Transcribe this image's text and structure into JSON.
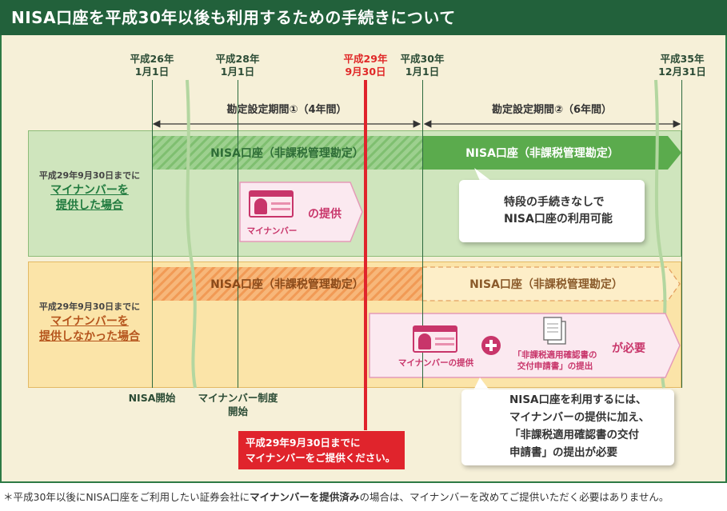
{
  "header": {
    "title": "NISA口座を平成30年以後も利用するための手続きについて"
  },
  "timeline": {
    "dates": {
      "h26": "平成26年\n1月1日",
      "h28": "平成28年\n1月1日",
      "h29": "平成29年\n9月30日",
      "h30": "平成30年\n1月1日",
      "h35": "平成35年\n12月31日"
    },
    "period1": "勘定設定期間①（4年間）",
    "period2": "勘定設定期間②（6年間）"
  },
  "row_provided": {
    "label_small": "平成29年9月30日までに",
    "label_big_1": "マイナンバーを",
    "label_big_2": "提供した場合",
    "bar1": "NISA口座（非課税管理勘定）",
    "bar2": "NISA口座（非課税管理勘定）",
    "card_caption": "マイナンバー",
    "card_action": "の提供",
    "result": "特段の手続きなしで\nNISA口座の利用可能"
  },
  "row_not_provided": {
    "label_small": "平成29年9月30日までに",
    "label_big_1": "マイナンバーを",
    "label_big_2": "提供しなかった場合",
    "bar1": "NISA口座（非課税管理勘定）",
    "bar2": "NISA口座（非課税管理勘定）",
    "card_caption": "マイナンバーの提供",
    "doc_caption": "「非課税適用確認書の\n交付申請書」の提出",
    "required": "が必要",
    "warning": "NISA口座を利用するには、\nマイナンバーの提供に加え、\n「非課税適用確認書の交付\n申請書」の提出が必要"
  },
  "axis_labels": {
    "nisa_start": "NISA開始",
    "mynumber_start": "マイナンバー制度\n開始"
  },
  "red_notice": "平成29年9月30日までに\nマイナンバーをご提供ください。",
  "footnote": {
    "part1": "＊平成30年以後にNISA口座をご利用したい証券会社に",
    "part2": "マイナンバーを提供済み",
    "part3": "の場合は、マイナンバーを改めてご提供いただく必要はありません。"
  },
  "colors": {
    "header": "#22613b",
    "red": "#e0242c",
    "green_row": "#cfe5bd",
    "yellow_row": "#fbe4a8",
    "pink": "#c8356a"
  }
}
